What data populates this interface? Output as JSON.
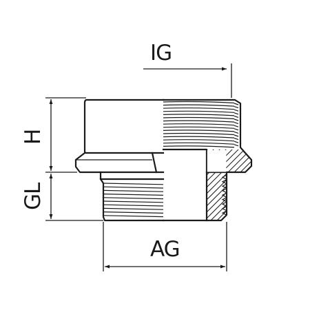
{
  "drawing": {
    "labels": {
      "ig": "IG",
      "h": "H",
      "gl": "GL",
      "ag": "AG"
    },
    "colors": {
      "line": "#1a1a1a",
      "background": "#ffffff"
    }
  }
}
